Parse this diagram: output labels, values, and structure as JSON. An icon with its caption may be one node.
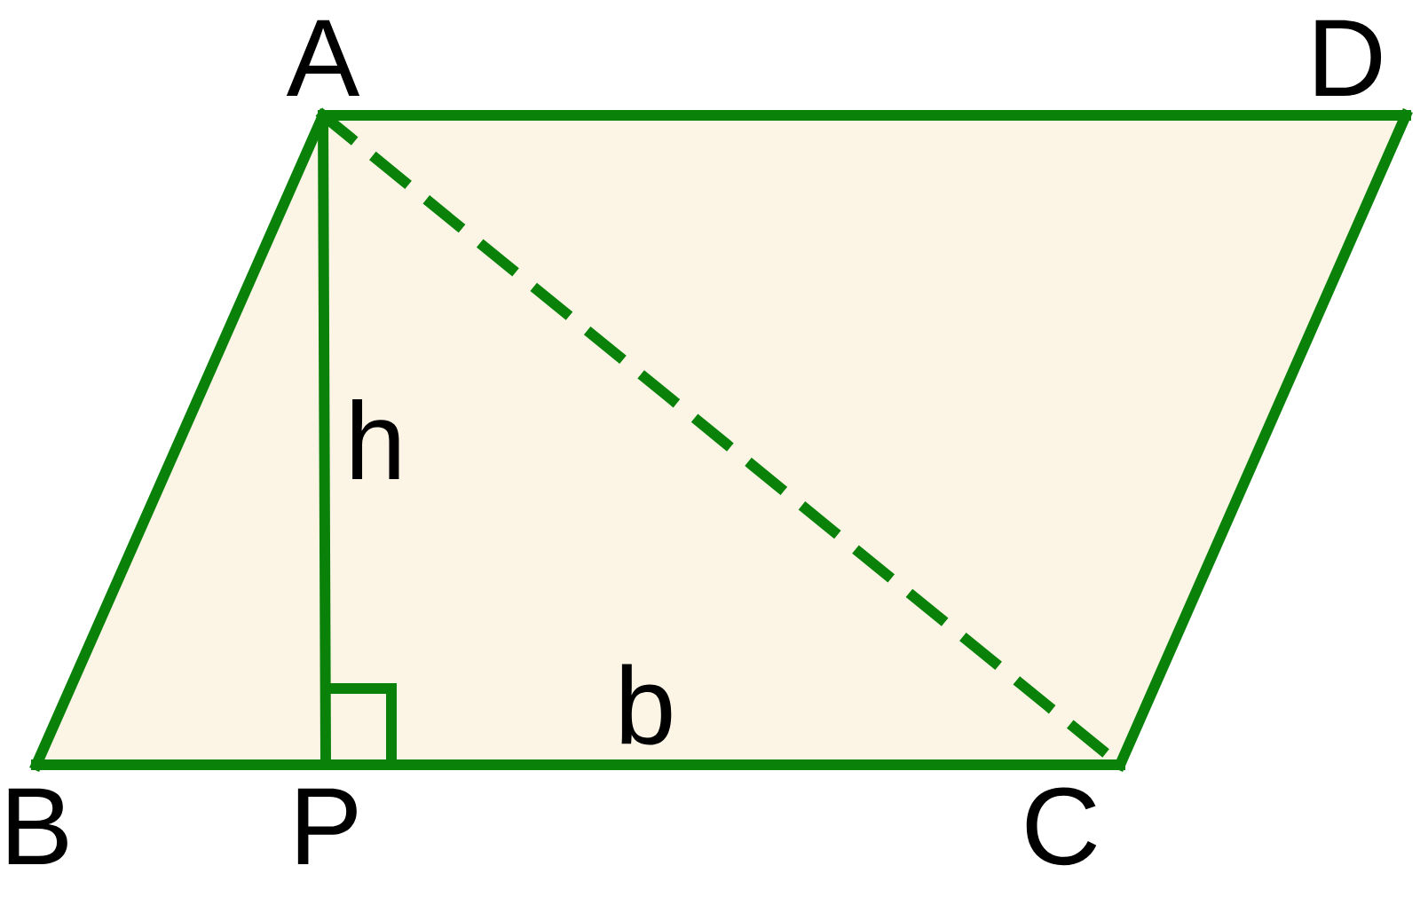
{
  "diagram": {
    "nodes": [
      {
        "text": [
          "A"
        ]
      },
      {
        "text": [
          "D"
        ]
      },
      {
        "text": [
          "B"
        ]
      },
      {
        "text": [
          "P"
        ]
      },
      {
        "text": [
          "C"
        ]
      }
    ],
    "edges": [
      {
        "from": 0,
        "to": 1,
        "arrow": "none"
      },
      {
        "from": 1,
        "to": 4,
        "arrow": "none"
      },
      {
        "from": 2,
        "to": 3,
        "arrow": "none"
      },
      {
        "from": 3,
        "to": 4,
        "arrow": "none",
        "label": "b"
      },
      {
        "from": 2,
        "to": 0,
        "arrow": "none"
      },
      {
        "from": 0,
        "to": 3,
        "arrow": "none",
        "label": "h"
      },
      {
        "from": 0,
        "to": 4,
        "arrow": "none",
        "style": "dashed"
      }
    ]
  }
}
